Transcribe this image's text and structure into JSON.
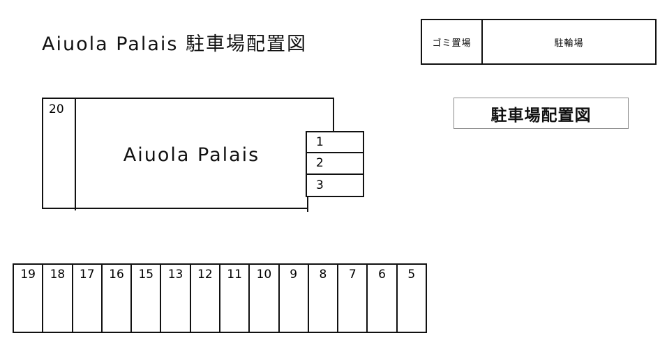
{
  "page": {
    "title": "Aiuola Palais 駐車場配置図",
    "background_color": "#ffffff",
    "line_color": "#111111"
  },
  "facilities": {
    "garbage_label": "ゴミ置場",
    "bicycle_label": "駐輪場"
  },
  "legend": {
    "label": "駐車場配置図",
    "border_color": "#8a8a8a"
  },
  "building": {
    "name": "Aiuola Palais",
    "left_stall": {
      "number": "20"
    },
    "right_stalls": [
      {
        "number": "1"
      },
      {
        "number": "2"
      },
      {
        "number": "3"
      }
    ]
  },
  "bottom_row": {
    "stalls": [
      {
        "number": "19"
      },
      {
        "number": "18"
      },
      {
        "number": "17"
      },
      {
        "number": "16"
      },
      {
        "number": "15"
      },
      {
        "number": "13"
      },
      {
        "number": "12"
      },
      {
        "number": "11"
      },
      {
        "number": "10"
      },
      {
        "number": "9"
      },
      {
        "number": "8"
      },
      {
        "number": "7"
      },
      {
        "number": "6"
      },
      {
        "number": "5"
      }
    ]
  }
}
